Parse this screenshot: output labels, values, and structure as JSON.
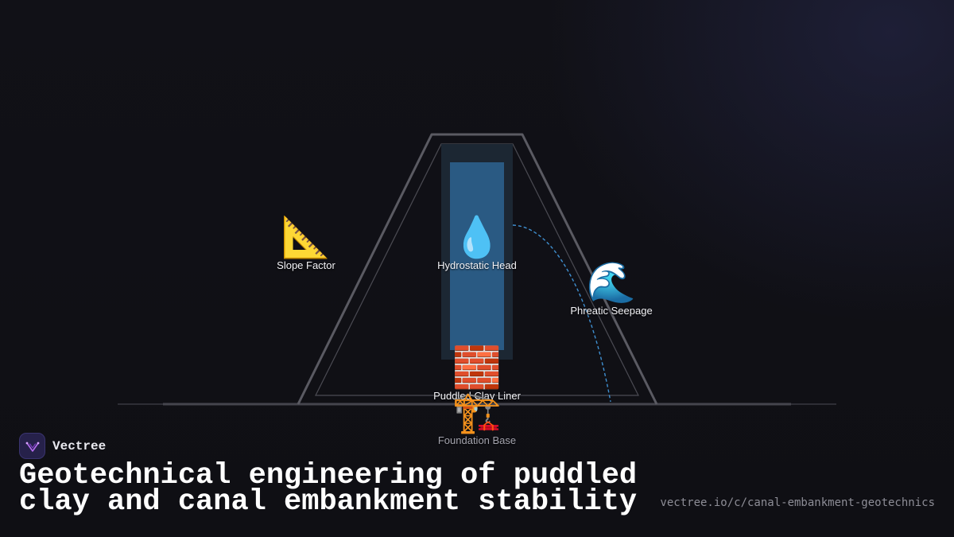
{
  "diagram": {
    "nodes": [
      {
        "id": "slope",
        "icon": "triangular-ruler-icon",
        "emoji": "📐",
        "label": "Slope Factor"
      },
      {
        "id": "head",
        "icon": "droplet-icon",
        "emoji": "💧",
        "label": "Hydrostatic Head"
      },
      {
        "id": "seepage",
        "icon": "water-wave-icon",
        "emoji": "🌊",
        "label": "Phreatic Seepage"
      },
      {
        "id": "liner",
        "icon": "brick-icon",
        "emoji": "🧱",
        "label": "Puddled Clay Liner"
      },
      {
        "id": "foundation",
        "icon": "construction-crane-icon",
        "emoji": "🏗️",
        "label": "Foundation Base"
      }
    ],
    "colors": {
      "embankment_outline": "#5a5a62",
      "channel_outer": "#1c2733",
      "water": "#2a5a83",
      "seepage_line": "#3f8fd0",
      "ground_line": "#45454d"
    }
  },
  "brand": {
    "name": "Vectree",
    "logo_icon": "vectree-logo-icon",
    "accent": "#b56cf0"
  },
  "title": "Geotechnical engineering of puddled clay and canal embankment stability",
  "url": "vectree.io/c/canal-embankment-geotechnics"
}
